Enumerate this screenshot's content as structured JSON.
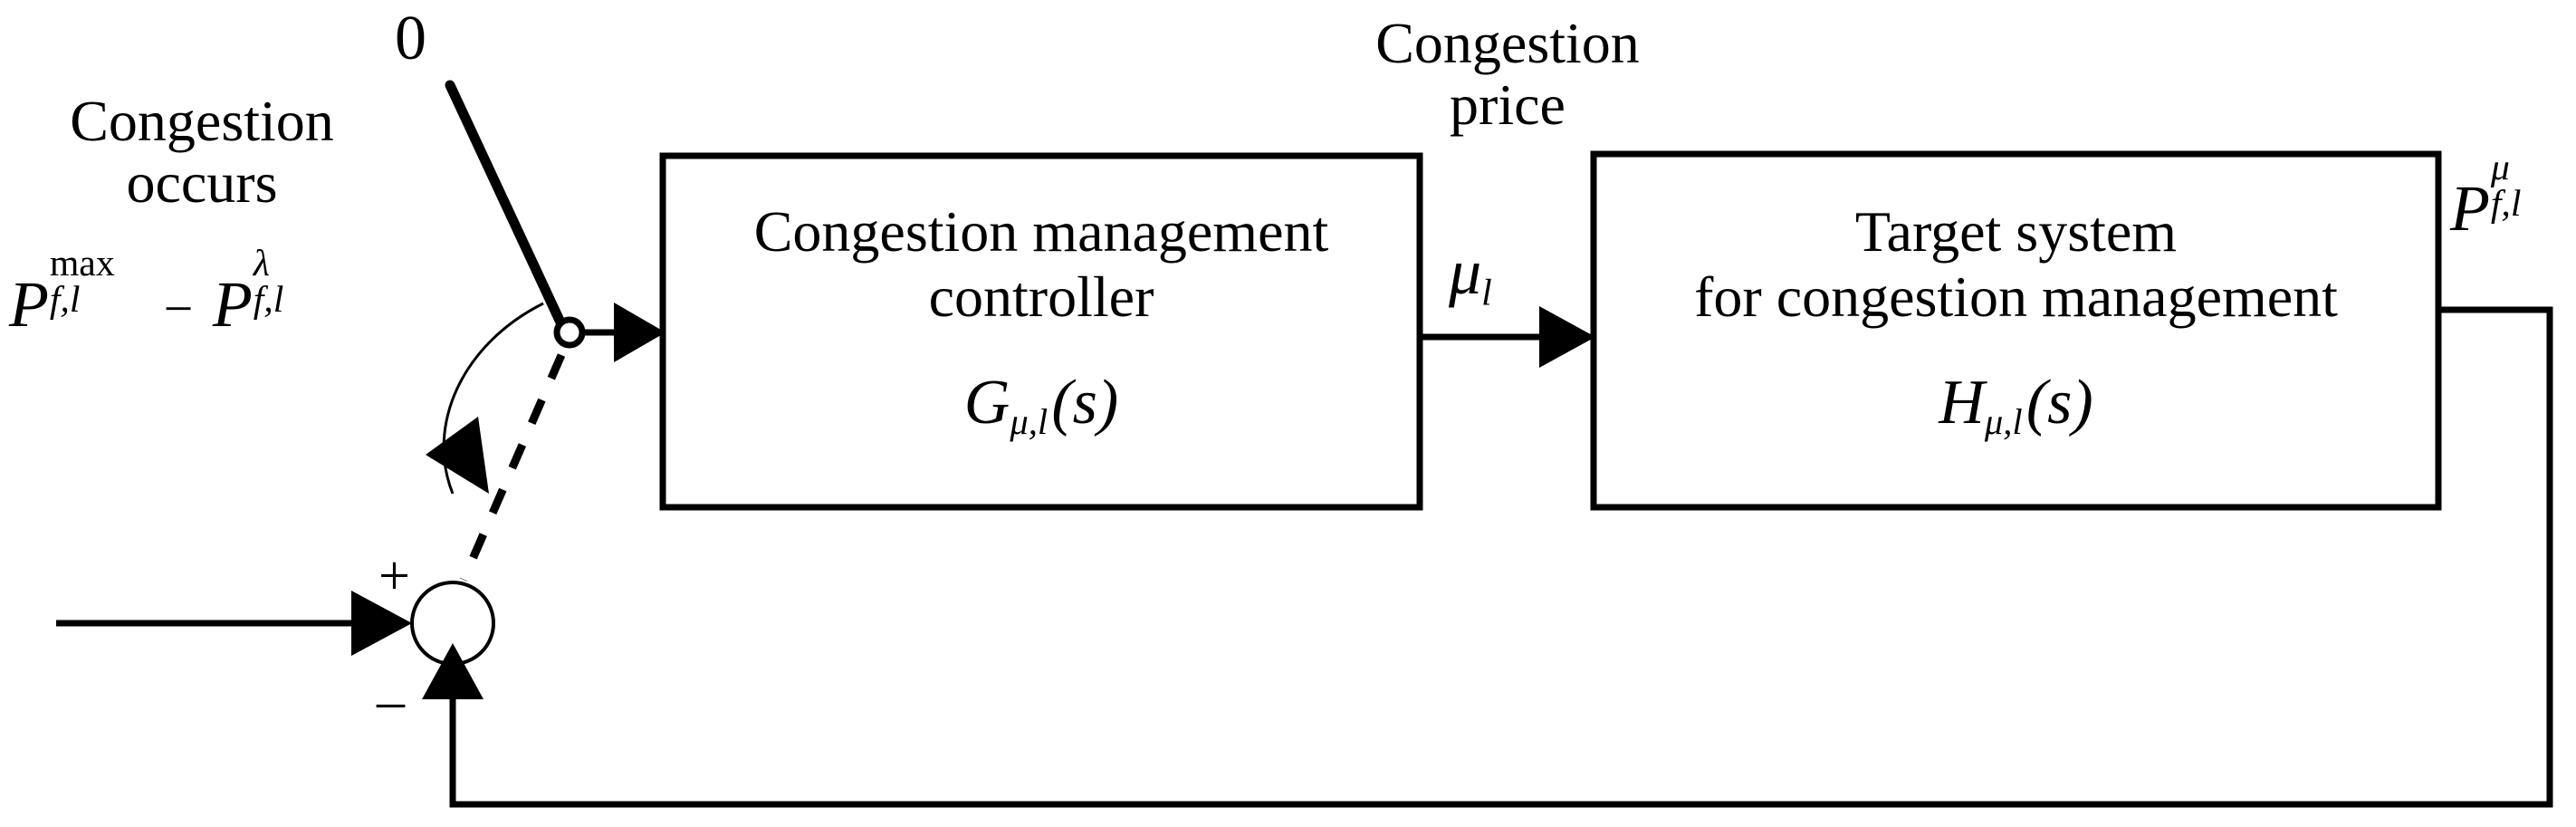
{
  "diagram": {
    "type": "control-block-diagram",
    "title": "Congestion management control loop",
    "stroke_color": "#000000",
    "background_color": "#ffffff",
    "annotations": {
      "switch_open_label": "0",
      "switch_note_line1": "Congestion",
      "switch_note_line2": "occurs",
      "congestion_price_line1": "Congestion",
      "congestion_price_line2": "price",
      "plus_sign": "+",
      "minus_sign": "–"
    },
    "blocks": [
      {
        "id": "controller",
        "line1": "Congestion management",
        "line2": "controller",
        "transfer_function": {
          "symbol": "G",
          "subscript": "μ,l",
          "argument": "(s)",
          "full": "Gμ,l(s)"
        }
      },
      {
        "id": "target-system",
        "line1": "Target system",
        "line2": "for congestion management",
        "transfer_function": {
          "symbol": "H",
          "subscript": "μ,l",
          "argument": "(s)",
          "full": "Hμ,l(s)"
        }
      }
    ],
    "signals": [
      {
        "id": "reference-input",
        "position": "left",
        "symbol_1": "P",
        "sup_1": "max",
        "sub_1": "f,l",
        "operator": "−",
        "symbol_2": "P",
        "sup_2": "λ",
        "sub_2": "f,l",
        "full": "P f,l max − P f,l λ"
      },
      {
        "id": "congestion-price",
        "position": "between-blocks",
        "symbol": "μ",
        "subscript": "l",
        "full": "μl"
      },
      {
        "id": "output-feedback",
        "position": "right",
        "symbol": "P",
        "superscript": "μ",
        "subscript": "f,l",
        "full": "P f,l μ"
      }
    ]
  }
}
